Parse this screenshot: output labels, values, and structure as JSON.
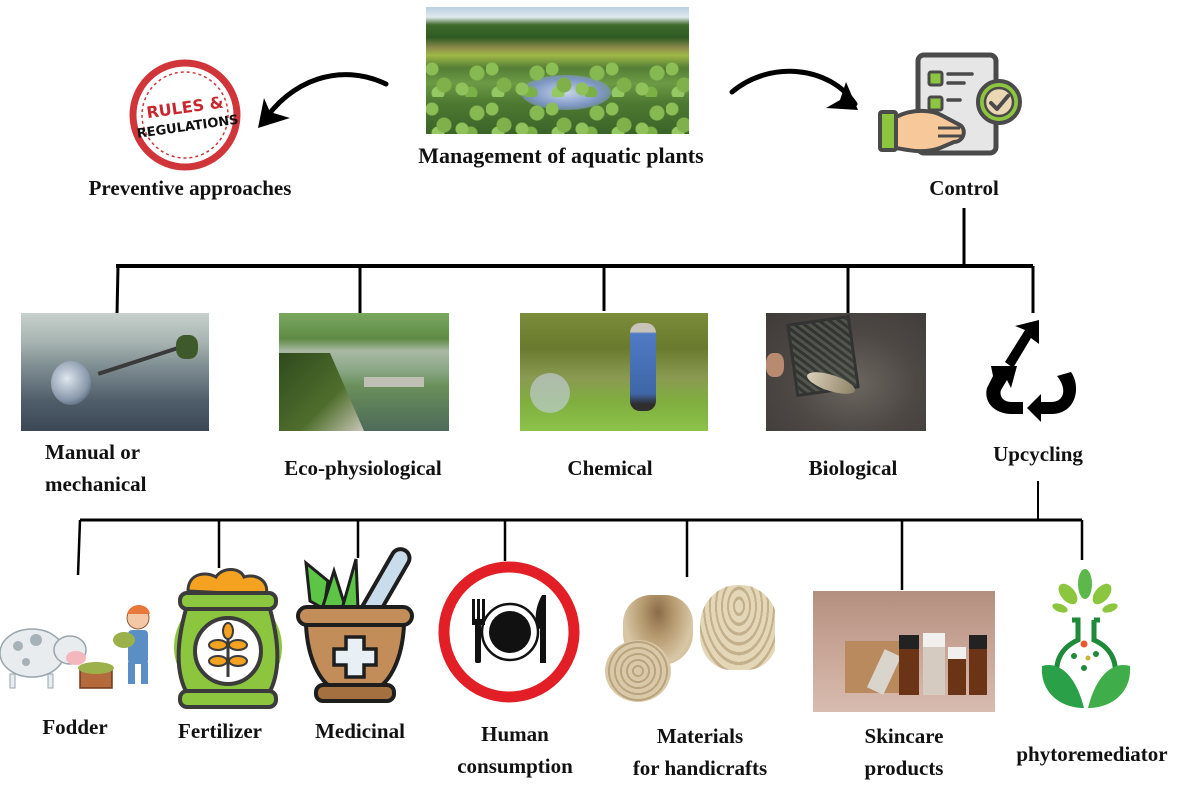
{
  "title": "Management of aquatic plants",
  "top": {
    "preventive": {
      "label": "Preventive approaches",
      "stamp_line1": "RULES &",
      "stamp_line2": "REGULATIONS",
      "icon": "rules-regulations-stamp"
    },
    "center": {
      "label": "Management of aquatic plants",
      "image": "lily-pond-photo"
    },
    "control": {
      "label": "Control",
      "icon": "checklist-hand-icon"
    }
  },
  "control_methods": [
    {
      "label_line1": "Manual or",
      "label_line2": "mechanical",
      "image": "weed-harvester-photo"
    },
    {
      "label_line1": "Eco-physiological",
      "label_line2": "",
      "image": "canal-weed-removal-photo"
    },
    {
      "label_line1": "Chemical",
      "label_line2": "",
      "image": "herbicide-spraying-photo"
    },
    {
      "label_line1": "Biological",
      "label_line2": "",
      "image": "fish-net-photo"
    },
    {
      "label_line1": "Upcycling",
      "label_line2": "",
      "image": "recycle-arrows-icon"
    }
  ],
  "upcycling_uses": [
    {
      "label_line1": "Fodder",
      "label_line2": "",
      "image": "cow-feeding-illustration"
    },
    {
      "label_line1": "Fertilizer",
      "label_line2": "",
      "image": "fertilizer-bag-icon"
    },
    {
      "label_line1": "Medicinal",
      "label_line2": "",
      "image": "mortar-pestle-icon"
    },
    {
      "label_line1": "Human",
      "label_line2": "consumption",
      "image": "plate-cutlery-icon"
    },
    {
      "label_line1": "Materials",
      "label_line2": "for handicrafts",
      "image": "woven-baskets-photo"
    },
    {
      "label_line1": "Skincare",
      "label_line2": "products",
      "image": "skincare-bottles-photo"
    },
    {
      "label_line1": "phytoremediator",
      "label_line2": "",
      "image": "plant-flask-icon"
    }
  ],
  "colors": {
    "line": "#000000",
    "stamp_red": "#d0353a",
    "green": "#8cc63f",
    "dark_gray": "#4a4a4a",
    "plate_red": "#e21f26"
  }
}
